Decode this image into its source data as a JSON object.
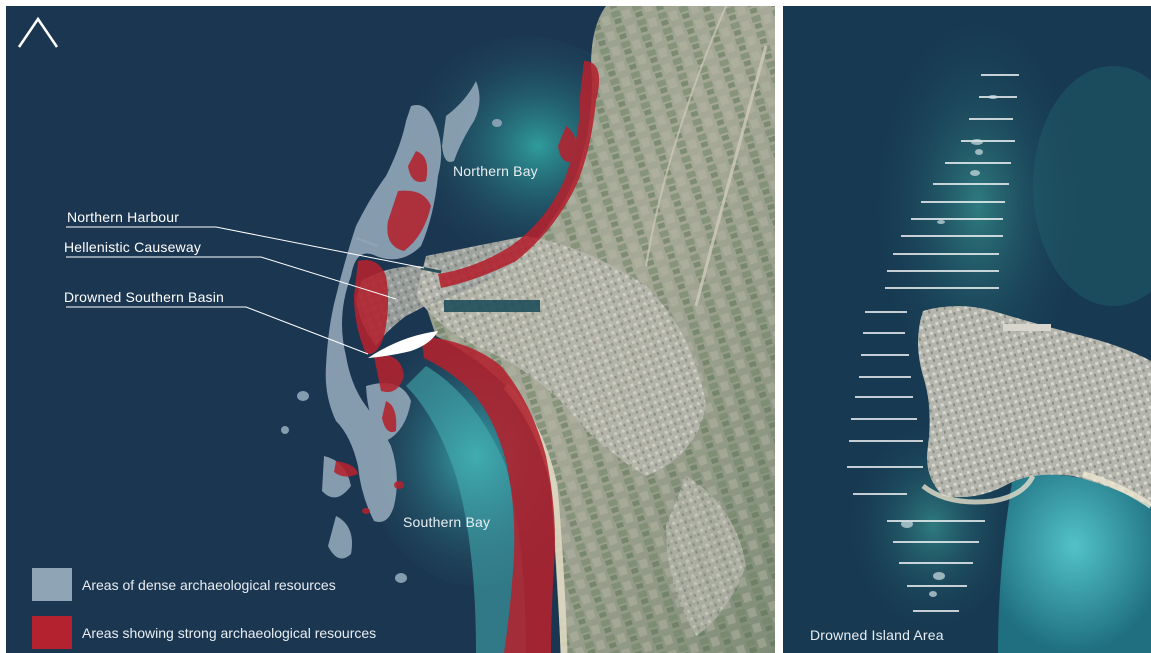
{
  "left_map": {
    "labels": {
      "northern_bay": "Northern Bay",
      "southern_bay": "Southern  Bay"
    },
    "callouts": [
      "Northern Harbour",
      "Hellenistic Causeway",
      "Drowned Southern Basin"
    ],
    "legend": [
      {
        "label": "Areas of dense archaeological resources",
        "color": "#8fa5b6"
      },
      {
        "label": "Areas showing strong archaeological resources",
        "color": "#b3222e"
      }
    ]
  },
  "right_map": {
    "label": "Drowned Island Area"
  },
  "colors": {
    "sea_deep": "#1b3650",
    "shallow_water": "#2d8f95",
    "land": "#9aa08e",
    "dense_overlay": "#8fa5b6",
    "strong_overlay": "#b3222e"
  },
  "icons": [
    "north-arrow-icon"
  ]
}
